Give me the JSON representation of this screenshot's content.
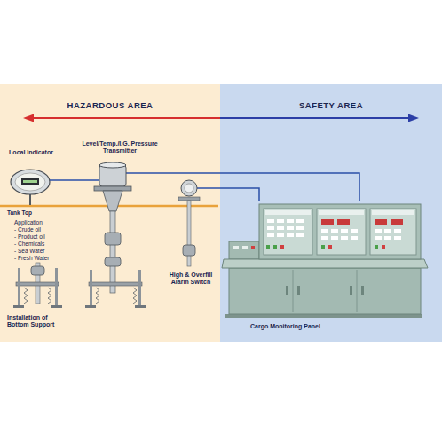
{
  "diagram": {
    "nodes": [
      {
        "text": [
          "HAZARDOUS AREA"
        ]
      },
      {
        "text": [
          "SAFETY AREA"
        ]
      },
      {
        "text": [
          "Local Indicator"
        ],
        "in": 0
      },
      {
        "text": [
          "Level/Temp./I.G. Pressure Transmitter"
        ],
        "in": 0
      },
      {
        "text": [
          "High & Overfill Alarm Switch"
        ],
        "in": 0
      },
      {
        "text": [
          "Cargo Monitoring Panel"
        ],
        "in": 1
      }
    ],
    "edges": [
      {
        "from": 2,
        "to": 3,
        "arrow": "none"
      },
      {
        "from": 3,
        "to": 5,
        "arrow": "none"
      },
      {
        "from": 4,
        "to": 5,
        "arrow": "none"
      }
    ],
    "labels": [
      "Tank Top",
      "Application",
      "- Crude oil",
      "- Product oil",
      "- Chemicals",
      "- Sea Water",
      "- Fresh Water",
      "Installation of Bottom Support"
    ]
  }
}
